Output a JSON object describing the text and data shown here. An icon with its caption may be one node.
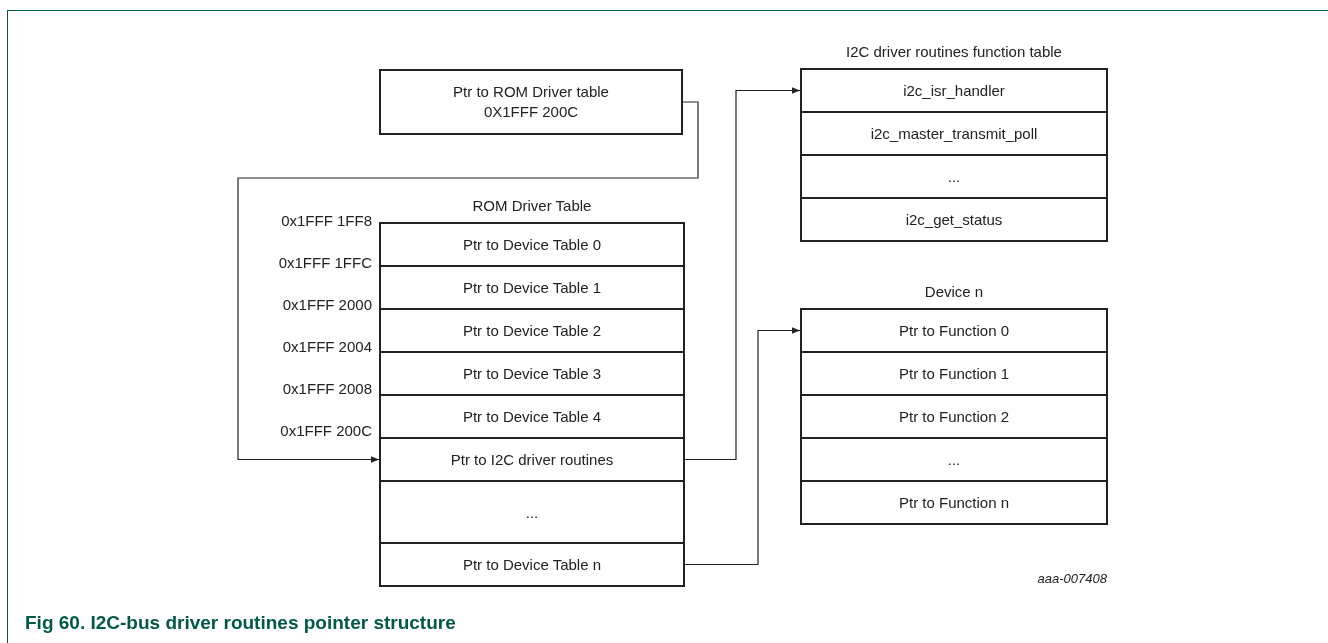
{
  "diagram": {
    "caption": "Fig 60. I2C-bus driver routines pointer structure",
    "nodes": [
      {
        "text": [
          "Ptr to ROM Driver table 0X1FFF 200C"
        ]
      },
      {
        "text": [
          "ROM Driver Table"
        ]
      },
      {
        "text": [
          "Ptr to Device Table 0"
        ],
        "in": 1
      },
      {
        "text": [
          "Ptr to Device Table 1"
        ],
        "in": 1
      },
      {
        "text": [
          "Ptr to Device Table 2"
        ],
        "in": 1
      },
      {
        "text": [
          "Ptr to Device Table 3"
        ],
        "in": 1
      },
      {
        "text": [
          "Ptr to Device Table 4"
        ],
        "in": 1
      },
      {
        "text": [
          "Ptr to I2C driver routines"
        ],
        "in": 1
      },
      {
        "text": [
          "..."
        ],
        "in": 1
      },
      {
        "text": [
          "Ptr to Device Table n"
        ],
        "in": 1
      },
      {
        "text": [
          "I2C driver routines function table"
        ]
      },
      {
        "text": [
          "i2c_isr_handler"
        ],
        "in": 10
      },
      {
        "text": [
          "i2c_master_transmit_poll"
        ],
        "in": 10
      },
      {
        "text": [
          "..."
        ],
        "in": 10
      },
      {
        "text": [
          "i2c_get_status"
        ],
        "in": 10
      },
      {
        "text": [
          "Device n"
        ]
      },
      {
        "text": [
          "Ptr to Function 0"
        ],
        "in": 15
      },
      {
        "text": [
          "Ptr to Function 1"
        ],
        "in": 15
      },
      {
        "text": [
          "Ptr to Function 2"
        ],
        "in": 15
      },
      {
        "text": [
          "..."
        ],
        "in": 15
      },
      {
        "text": [
          "Ptr to Function n"
        ],
        "in": 15
      }
    ],
    "edges": [
      {
        "from": 0,
        "to": 7,
        "arrow": "to"
      },
      {
        "from": 7,
        "to": 11,
        "arrow": "to"
      },
      {
        "from": 9,
        "to": 16,
        "arrow": "to"
      }
    ],
    "labels": [
      "0x1FFF 1FF8",
      "0x1FFF 1FFC",
      "0x1FFF 2000",
      "0x1FFF 2004",
      "0x1FFF 2008",
      "0x1FFF 200C",
      "aaa-007408"
    ]
  }
}
